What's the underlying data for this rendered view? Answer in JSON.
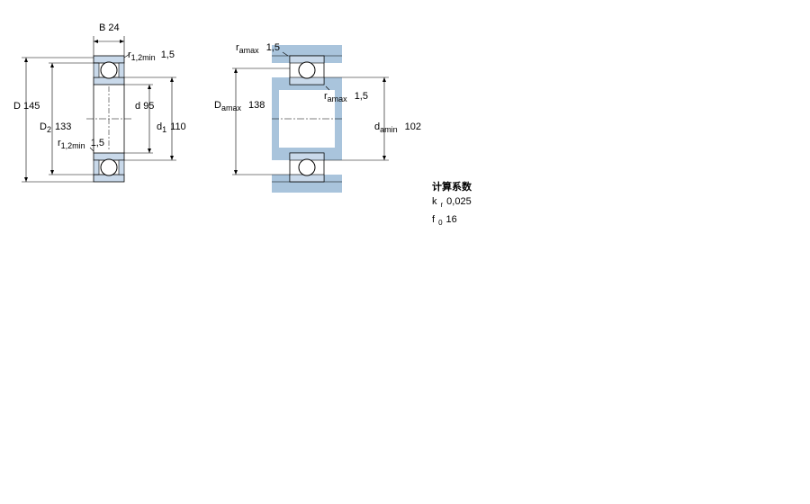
{
  "bearing": {
    "B": {
      "label": "B",
      "value": "24"
    },
    "r12min_top": {
      "label": "r",
      "sub": "1,2min",
      "value": "1,5"
    },
    "r12min_bottom": {
      "label": "r",
      "sub": "1,2min",
      "value": "1,5"
    },
    "D": {
      "label": "D",
      "value": "145"
    },
    "D2": {
      "label": "D",
      "sub": "2",
      "value": "133"
    },
    "d": {
      "label": "d",
      "value": "95"
    },
    "d1": {
      "label": "d",
      "sub": "1",
      "value": "110"
    }
  },
  "abutment": {
    "ramax_top": {
      "label": "r",
      "sub": "amax",
      "value": "1,5"
    },
    "ramax_right": {
      "label": "r",
      "sub": "amax",
      "value": "1,5"
    },
    "Damax": {
      "label": "D",
      "sub": "amax",
      "value": "138"
    },
    "damin": {
      "label": "d",
      "sub": "amin",
      "value": "102"
    }
  },
  "calculation": {
    "title": "计算系数",
    "kr": {
      "label": "k",
      "sub": "r",
      "value": "0,025"
    },
    "f0": {
      "label": "f",
      "sub": "0",
      "value": "16"
    }
  },
  "colors": {
    "housing": "#a9c4dc",
    "ring": "#c9d9ea",
    "line": "#000000"
  }
}
